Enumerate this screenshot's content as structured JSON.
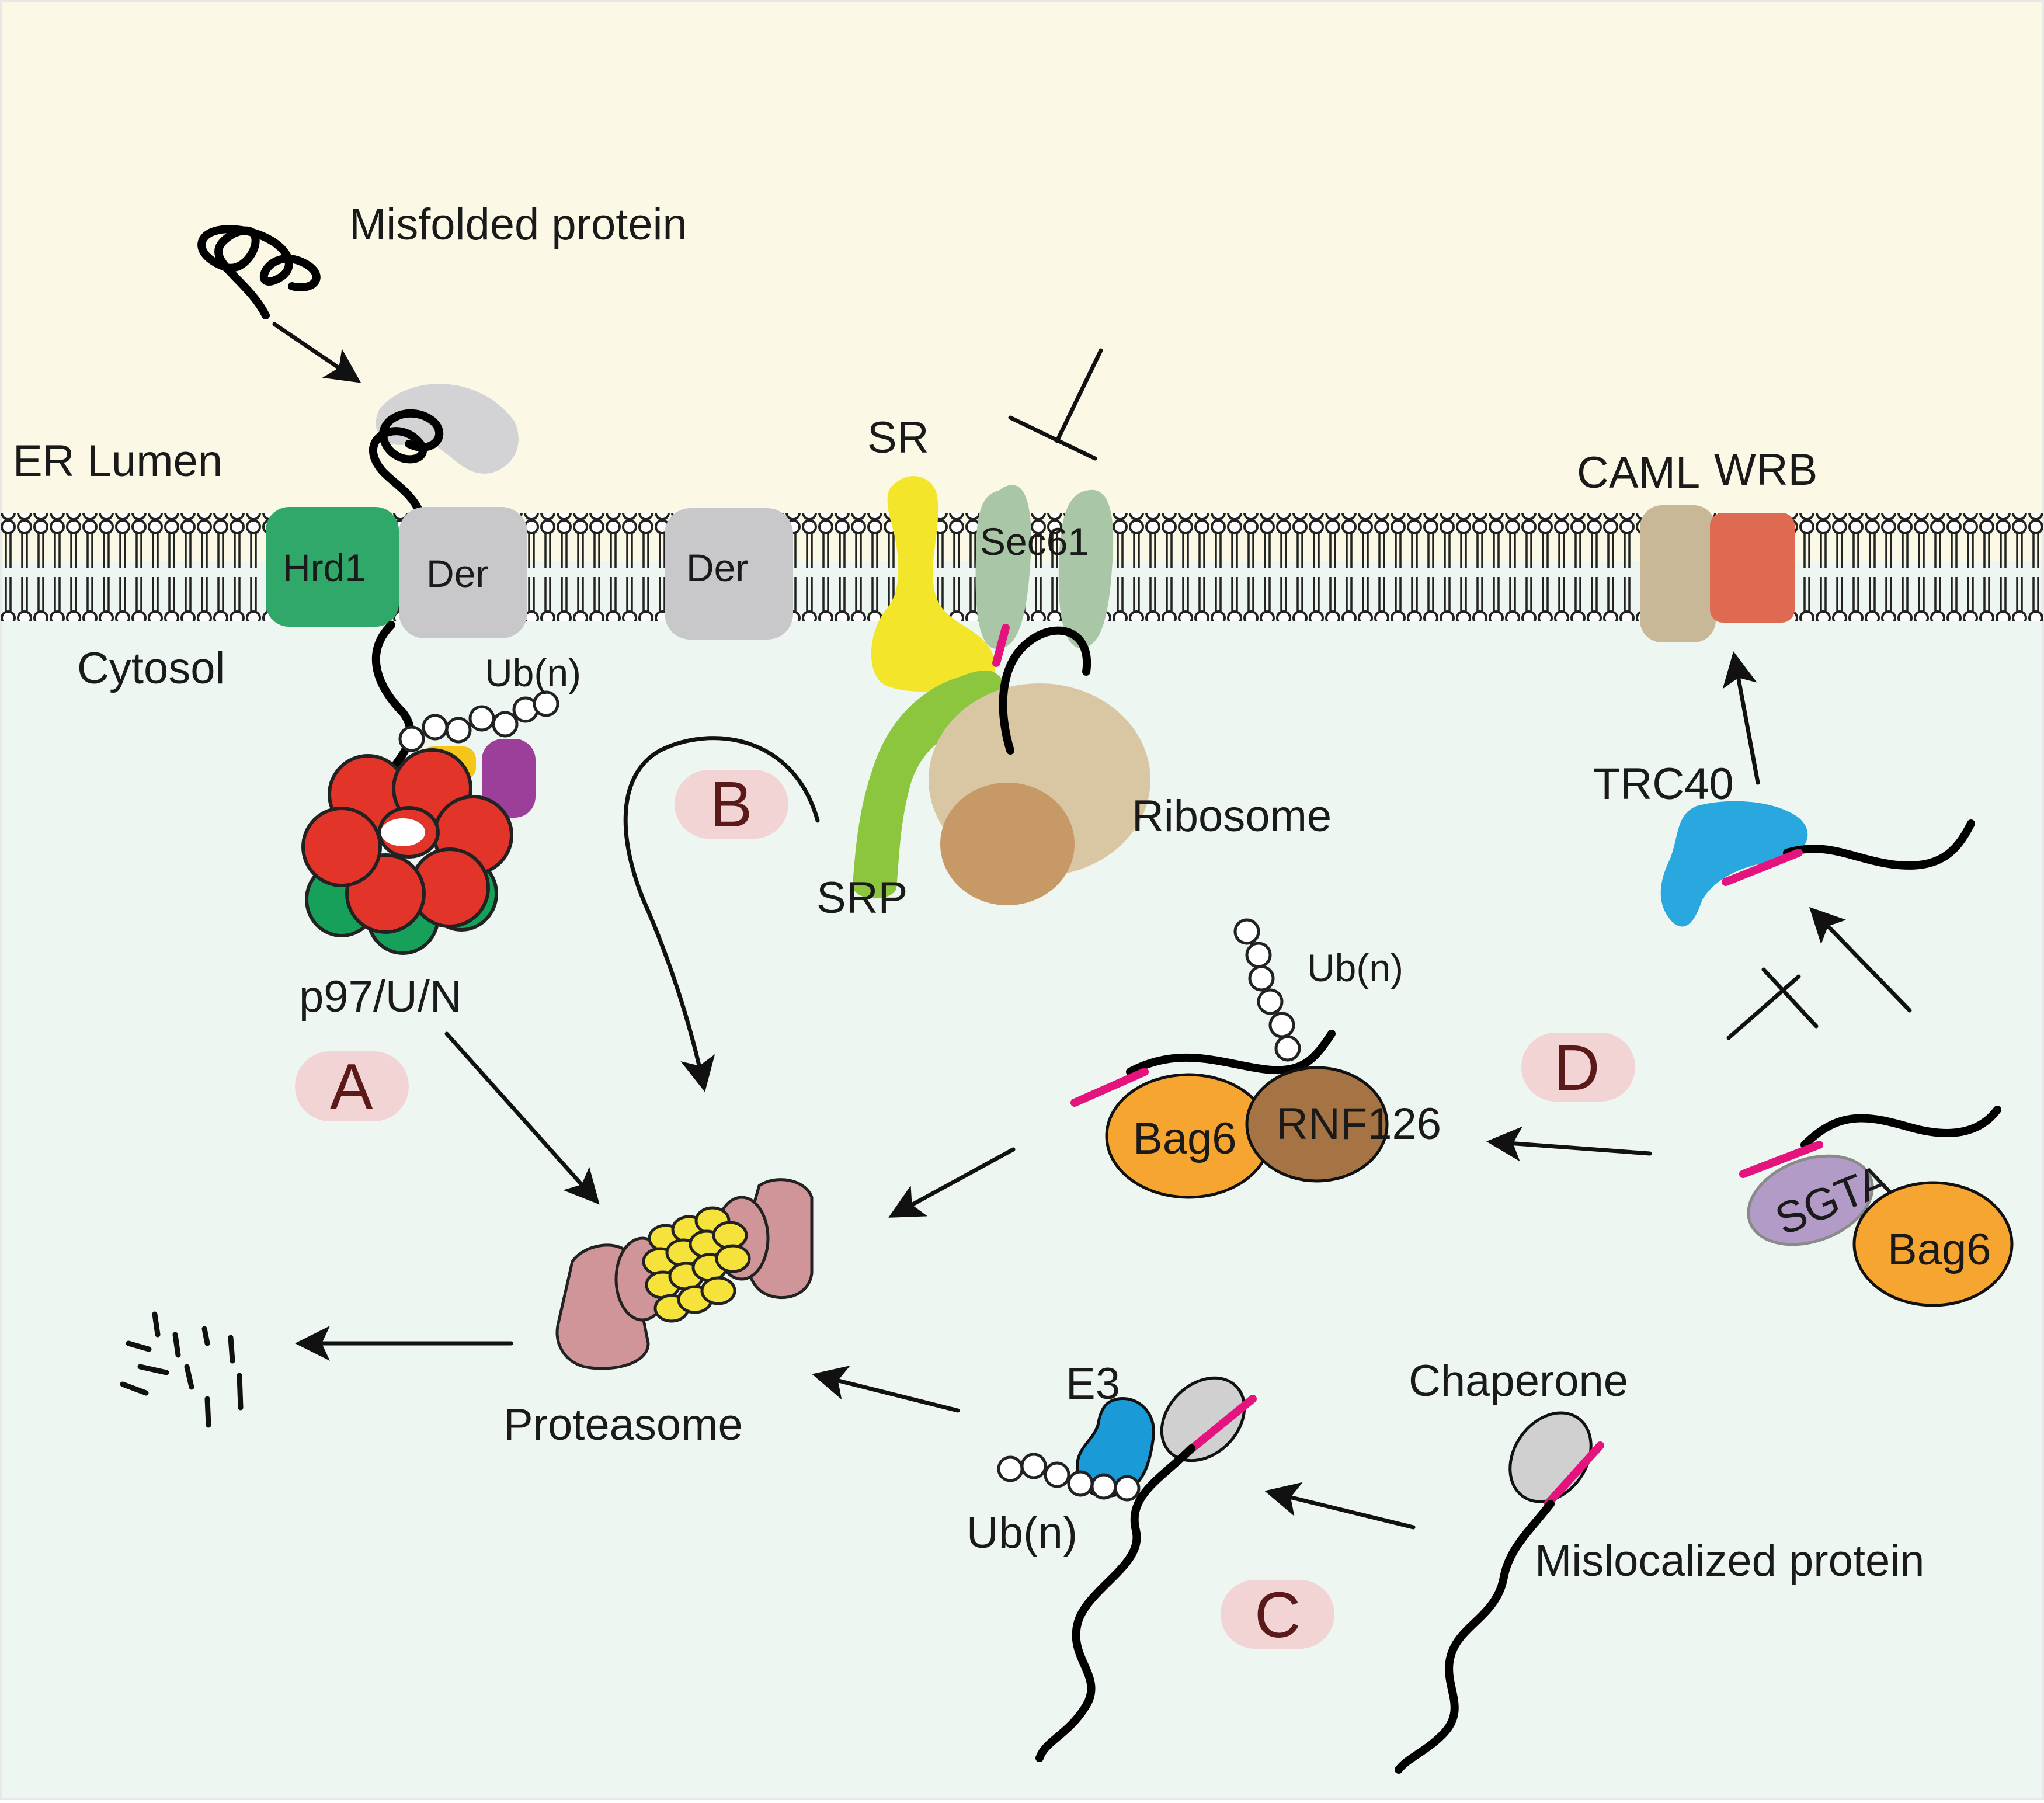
{
  "regions": {
    "lumen_label": "ER Lumen",
    "cytosol_label": "Cytosol"
  },
  "labels": {
    "misfolded_protein": "Misfolded protein",
    "hrd1": "Hrd1",
    "der_1": "Der",
    "der_2": "Der",
    "ub_a": "Ub(n)",
    "p97": "p97/U/N",
    "sr": "SR",
    "sec61": "Sec61",
    "srp": "SRP",
    "ribosome": "Ribosome",
    "caml": "CAML",
    "wrb": "WRB",
    "trc40": "TRC40",
    "ub_d": "Ub(n)",
    "bag6_d": "Bag6",
    "rnf126": "RNF126",
    "sgta": "SGTA",
    "bag6_sgta": "Bag6",
    "proteasome": "Proteasome",
    "e3": "E3",
    "ub_c": "Ub(n)",
    "chaperone": "Chaperone",
    "mislocalized_protein": "Mislocalized protein"
  },
  "pathways": [
    {
      "id": "A",
      "label": "A"
    },
    {
      "id": "B",
      "label": "B"
    },
    {
      "id": "C",
      "label": "C"
    },
    {
      "id": "D",
      "label": "D"
    }
  ],
  "colors": {
    "lumen_bg": "#fbf9e6",
    "cytosol_bg": "#eef6f1",
    "hrd1": "#2fa86a",
    "der": "#c8c8ca",
    "p97_top": "#e3342a",
    "p97_bottom": "#16a05a",
    "sr": "#f3e62a",
    "srp": "#8cc63f",
    "sec61": "#a9c7a6",
    "ribosome_large": "#d9c7a4",
    "ribosome_small": "#c79966",
    "caml": "#c8b898",
    "wrb": "#de6a52",
    "trc40": "#29a8e0",
    "bag6": "#f6a531",
    "rnf126": "#a67444",
    "sgta": "#b39bc8",
    "e3": "#1a9ad6",
    "chaperone": "#d0d0d0",
    "proteasome_cap": "#cf9598",
    "proteasome_core": "#f5e23a",
    "badge": "#f3d4d4",
    "tail_anchor": "#e5137d"
  }
}
